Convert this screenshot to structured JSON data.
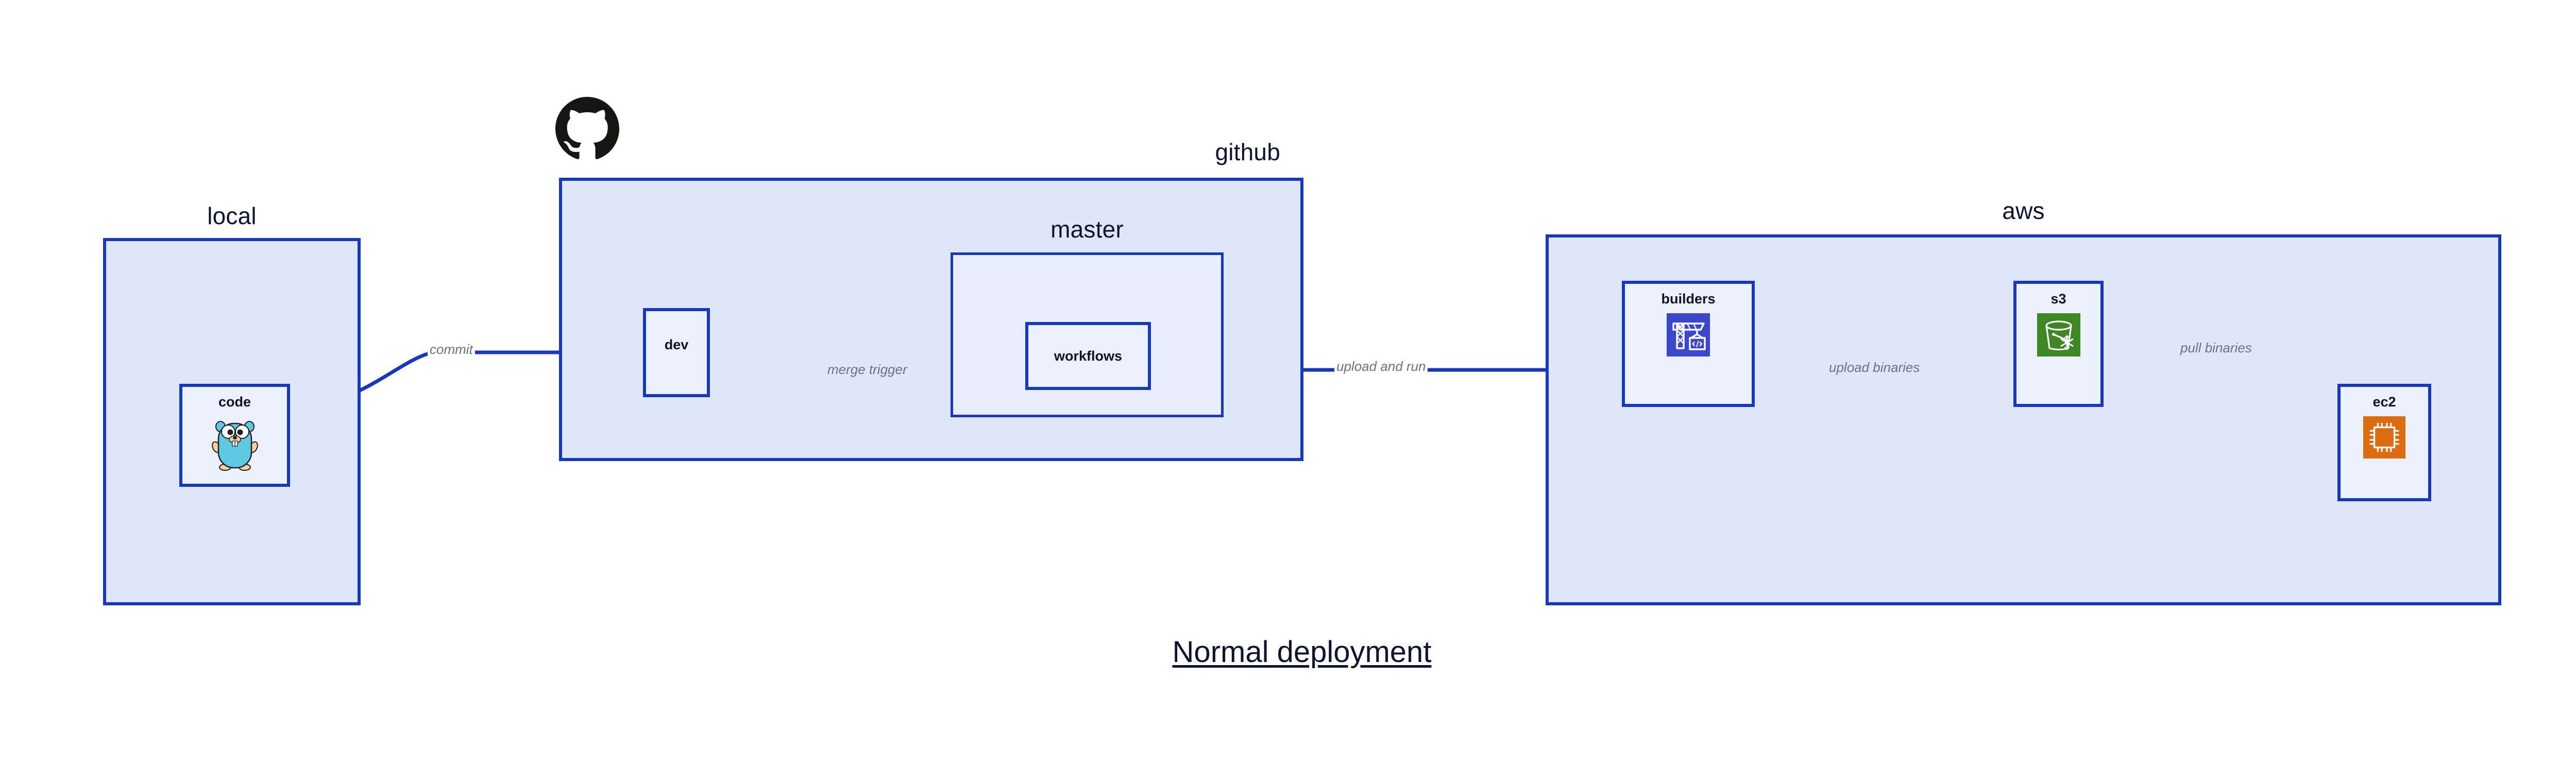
{
  "title": "Normal deployment",
  "colors": {
    "group_border": "#1638BE",
    "group_fill": "#E0E6FA",
    "subgroup_fill": "#E8ECFB",
    "node_fill": "#EDF1FD",
    "edge_stroke": "#1638BE",
    "edge_label_text": "#6B7280",
    "text": "#0E1330",
    "codebuild_blue": "#3B48CC",
    "s3_green": "#3F8624",
    "ec2_orange": "#DD6B10",
    "gopher_cyan": "#5DC9E2",
    "github_black": "#161614"
  },
  "groups": [
    {
      "id": "local",
      "label": "local",
      "label_align": "center"
    },
    {
      "id": "github",
      "label": "github",
      "label_align": "right"
    },
    {
      "id": "master",
      "label": "master",
      "label_align": "center"
    },
    {
      "id": "aws",
      "label": "aws",
      "label_align": "center"
    }
  ],
  "nodes": [
    {
      "id": "code",
      "label": "code",
      "icon": "go-gopher-icon",
      "group": "local"
    },
    {
      "id": "dev",
      "label": "dev",
      "icon": null,
      "group": "github"
    },
    {
      "id": "workflows",
      "label": "workflows",
      "icon": null,
      "group": "master"
    },
    {
      "id": "builders",
      "label": "builders",
      "icon": "aws-codebuild-icon",
      "group": "aws"
    },
    {
      "id": "s3",
      "label": "s3",
      "icon": "aws-s3-icon",
      "group": "aws"
    },
    {
      "id": "ec2",
      "label": "ec2",
      "icon": "aws-ec2-icon",
      "group": "aws"
    }
  ],
  "edges": [
    {
      "id": "commit",
      "label": "commit",
      "from": "code",
      "to": "dev",
      "shape": "curve"
    },
    {
      "id": "merge-trigger",
      "label": "merge trigger",
      "from": "dev",
      "to": "workflows",
      "shape": "straight"
    },
    {
      "id": "upload-and-run",
      "label": "upload and run",
      "from": "workflows",
      "to": "builders",
      "shape": "straight"
    },
    {
      "id": "upload-binaries",
      "label": "upload binaries",
      "from": "builders",
      "to": "s3",
      "shape": "straight"
    },
    {
      "id": "pull-binaries",
      "label": "pull binaries",
      "from": "s3",
      "to": "ec2",
      "shape": "curve"
    }
  ],
  "logos": [
    {
      "id": "github-logo",
      "name": "github-octocat-icon",
      "group": "github"
    }
  ]
}
